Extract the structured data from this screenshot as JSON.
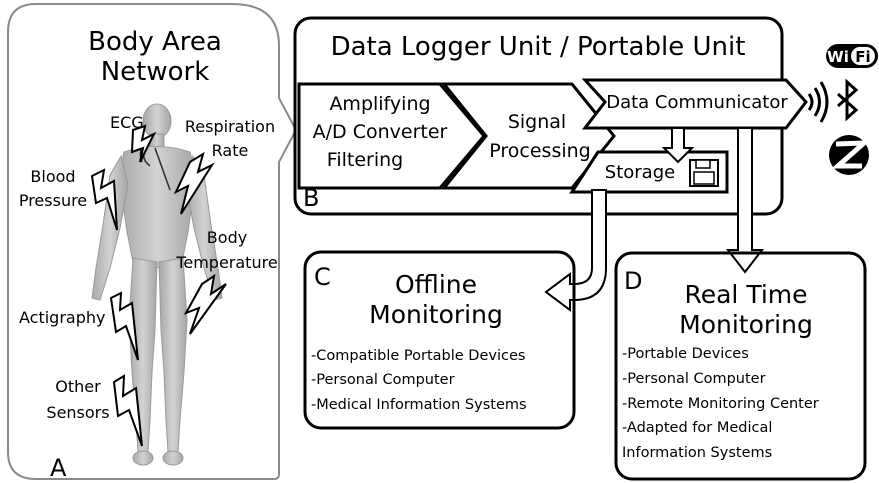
{
  "panel_a": {
    "title_line1": "Body Area",
    "title_line2": "Network",
    "letter": "A",
    "sensors": {
      "ecg": "ECG",
      "respiration_line1": "Respiration",
      "respiration_line2": "Rate",
      "blood_pressure_line1": "Blood",
      "blood_pressure_line2": "Pressure",
      "body_temp_line1": "Body",
      "body_temp_line2": "Temperature",
      "actigraphy": "Actigraphy",
      "other_line1": "Other",
      "other_line2": "Sensors"
    }
  },
  "panel_b": {
    "title": "Data Logger Unit / Portable Unit",
    "letter": "B",
    "stage1_line1": "Amplifying",
    "stage1_line2": "A/D Converter",
    "stage1_line3": "Filtering",
    "stage2_line1": "Signal",
    "stage2_line2": "Processing",
    "communicator": "Data Communicator",
    "storage": "Storage"
  },
  "wireless": {
    "wifi_left": "Wi",
    "wifi_right": "Fi"
  },
  "panel_c": {
    "letter": "C",
    "title_line1": "Offline",
    "title_line2": "Monitoring",
    "items": [
      "-Compatible Portable Devices",
      "-Personal Computer",
      "-Medical Information Systems"
    ]
  },
  "panel_d": {
    "letter": "D",
    "title_line1": "Real Time",
    "title_line2": "Monitoring",
    "items": [
      "-Portable Devices",
      "-Personal Computer",
      "-Remote Monitoring Center",
      "-Adapted for Medical",
      "Information Systems"
    ]
  }
}
